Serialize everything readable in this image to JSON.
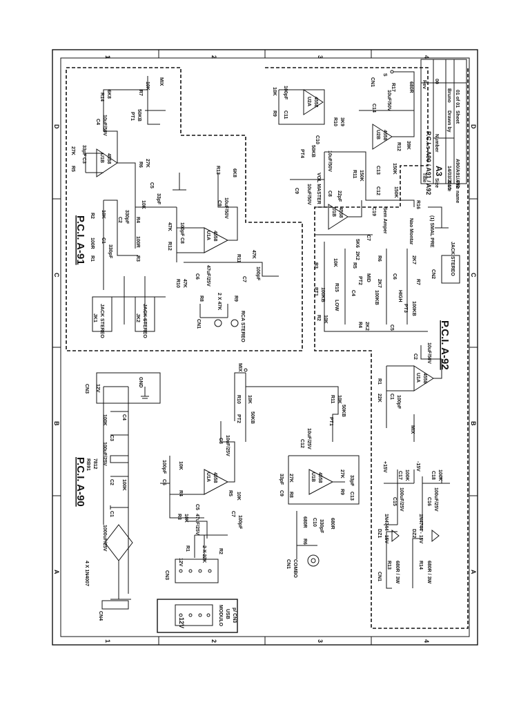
{
  "sections": {
    "a90": "P.C.I. A-90",
    "a91": "P.C.I. A-91",
    "a92": "P.C.I. A-92"
  },
  "grid": {
    "top": [
      "1",
      "2",
      "3",
      "4"
    ],
    "side": [
      "D",
      "C",
      "B",
      "A"
    ]
  },
  "title_block": {
    "title_label": "Title",
    "title_value": "P.C.I.s A90 / A91 / A92",
    "size_label": "Size",
    "size_value": "A3",
    "number_label": "Number",
    "rev_label": "Rev",
    "rev_value": "00",
    "date_label": "Date",
    "date_value": "14/03/2010",
    "file_label": "File name",
    "file_value": "A90/A91/A92",
    "sheet_label": "Sheet",
    "sheet_value": "01 of 01",
    "drawn_label": "Drawn by",
    "drawn_value": "Bruno"
  },
  "a90": {
    "cn4": "CN4",
    "bridge": "4 X 1N4007",
    "c1": "C1",
    "c1v": "1000uF/25V",
    "c2": "C2",
    "c2v": "100K",
    "rb91": "RB91",
    "rb91v": "7812",
    "c3": "C3",
    "c3v": "100uF/25V",
    "c4": "C4",
    "c4v": "100K",
    "cn3": "CN3",
    "cn3v": "12V",
    "gnd": "GND",
    "c6": "C6",
    "c6v": "100pF",
    "r4": "R4",
    "r4v": "10K",
    "r3": "R3",
    "r3v": "10K",
    "c5": "C5",
    "c5v": "47uF/25V",
    "u1a": "U1A",
    "u1av": "4558",
    "r5": "R5",
    "r5v": "10K",
    "c7": "C7",
    "c7v": "100pF",
    "c8": "C8",
    "c8v": "10uF/25V",
    "pt2": "PT2",
    "pt2v": "50KB",
    "r10": "R10",
    "r10v": "10K",
    "mix": "MIX",
    "r1": "R1",
    "r2": "R2",
    "r12v": "2 X 22K",
    "cn3b": "CN3",
    "v12": "12V",
    "modulo": "MODULO",
    "usb": "USB",
    "pcn3": "p/ CN3",
    "c9": "C9",
    "c9v": "33pF",
    "r8": "R8",
    "r8v": "27K",
    "u1b": "U1B",
    "u1bv": "4558",
    "r9": "R9",
    "r9v": "27K",
    "c13": "C13",
    "c13v": "33pF",
    "c12": "C12",
    "c12v": "10uF/25V",
    "pt1": "PT1",
    "pt1v": "50KB",
    "r11": "R11",
    "r11v": "10K",
    "r6": "R6",
    "r6v": "680R",
    "c10": "C10",
    "c10v": "330pF",
    "r7v": "680R",
    "cn1": "CN1",
    "combo": "COMBO",
    "plus15": "+15V",
    "minus15": "-15V",
    "c17": "C17",
    "c17v": "100K",
    "c18": "C18",
    "c18v": "100K",
    "c15": "C15",
    "c15v": "100uF/25V",
    "c16": "C16",
    "c16v": "100uF/25V",
    "dz1": "DZ1",
    "dz1v": "1N4744 - 15V",
    "dz2": "DZ2",
    "dz2v": "1N4744 - 15V",
    "r13": "R13",
    "r13v": "680R / 3W",
    "r14": "R14",
    "r14v": "680R / 3W",
    "cn1b": "CN1"
  },
  "a91": {
    "r14": "R14",
    "r14v": "6K8",
    "r7": "R7",
    "r7v": "10K",
    "mix": "MIX",
    "pt1": "PT1",
    "pt1v": "50KB",
    "c4": "C4",
    "c4v": "10uF/50V",
    "r5": "R5",
    "r5v": "27K",
    "c3": "C3",
    "c3v": "33pF",
    "u1b": "U1B",
    "u1bv": "4558",
    "r6": "R6",
    "r6v": "27K",
    "c5": "C5",
    "c5v": "33pF",
    "r13": "R13",
    "r13v": "6K8",
    "r2": "R2",
    "r2v": "10K",
    "c2": "C2",
    "c2v": "330pF",
    "r4": "R4",
    "r4v": "10K",
    "c9": "C9",
    "c9v": "10uF/50V",
    "r1": "R1",
    "r1v": "100R",
    "c1": "C1",
    "c1v": "330pF",
    "r3": "R3",
    "r3v": "100R",
    "r12": "R12",
    "r12v": "47K",
    "c8": "C8",
    "c8v": "100pF",
    "u1a": "U1A",
    "u1av": "4558",
    "r11": "R11",
    "r11v": "47K",
    "c6": "C6",
    "c6v": "47uF/25V",
    "r10": "R10",
    "r10v": "47K",
    "c7": "C7",
    "c7v": "100pF",
    "r8": "R8",
    "r9": "R9",
    "r89v": "2 X 47K",
    "jk1": "JK1",
    "jk2": "JK2",
    "jack": "JACK STEREO",
    "cn1": "CN1",
    "rca": "RCA STEREO"
  },
  "a92": {
    "cn1": "CN1",
    "s": "S",
    "r17": "R17",
    "r17v": "680R",
    "c14": "C14",
    "c14v": "10uF/50V",
    "r9": "R9",
    "r9v": "10K",
    "c11": "C11",
    "c11v": "100pF",
    "u2a": "U2A",
    "u2av": "4558",
    "r10": "R10",
    "r10v": "3K9",
    "c10": "C10",
    "c10v": "10uF/50V",
    "u2b": "U2B",
    "u2bv": "4558",
    "r12": "R12",
    "r12v": "39K",
    "pt4": "PT4",
    "pt4v": "50KB",
    "vol": "VOL MASTER",
    "r11": "R11",
    "r11v": "150K",
    "c13": "C13",
    "c13v": "150K",
    "c12": "C12",
    "c12v": "150K",
    "c9": "C9",
    "c9v": "10uF/50V",
    "c8": "C8",
    "c8v": "22pF",
    "u1b": "U1B",
    "u1bv": "4558",
    "c19": "C19",
    "c19v": "Sem Amper",
    "r16": "R16",
    "nao": "Nao Montar",
    "c7": "C7",
    "c7v": "5K6",
    "r3": "R3",
    "r3v": "10K",
    "r5": "R5",
    "r5v": "2K2",
    "r15": "R15",
    "low": "LOW",
    "pt2": "PT2",
    "pt2v": "100KB",
    "mid": "MID",
    "c4": "C4",
    "r6": "R6",
    "r6v": "2K7",
    "c6": "C6",
    "pt3": "PT3",
    "pt3v": "100KB",
    "high": "HIGH",
    "r7": "R7",
    "r7v": "2K7",
    "pt1": "PT1",
    "pt1v": "100KB",
    "r2": "R2",
    "r2v": "10K",
    "r4": "R4",
    "r4v": "2K2",
    "c5": "C5",
    "cn2": "CN2",
    "jack": "JACK STEREO",
    "smalpre": "(1) SMAL PRE",
    "r1": "R1",
    "r1v": "22K",
    "c1": "C1",
    "c1v": "100pF",
    "u1a": "U1A",
    "u1av": "4558",
    "c2": "C2",
    "c2v": "10uF/50V",
    "mix": "MIX"
  }
}
